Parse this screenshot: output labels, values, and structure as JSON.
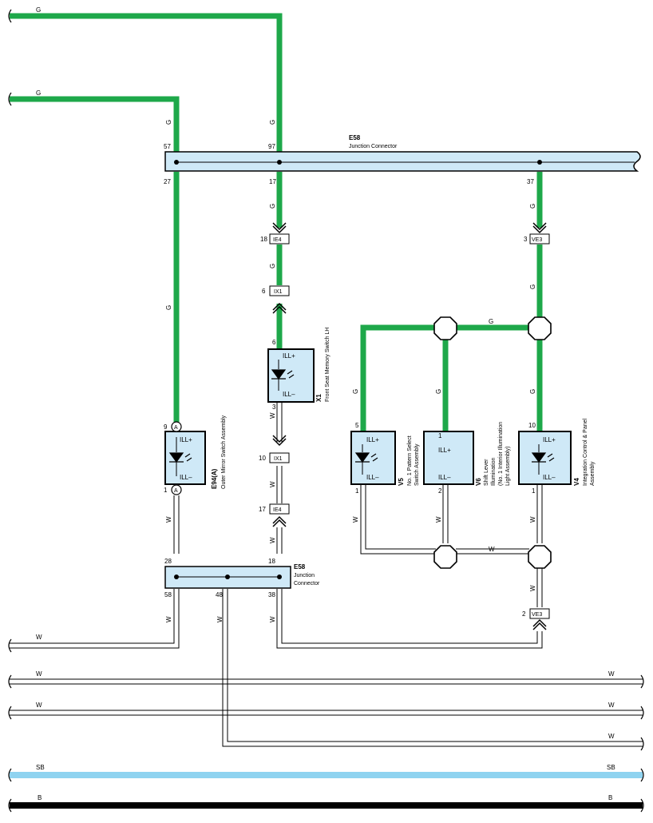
{
  "wires": {
    "g": "G",
    "w": "W",
    "sb": "SB",
    "b": "B"
  },
  "colors": {
    "green": "#1ea84a",
    "light_blue": "#8fd3f0",
    "black": "#000000",
    "connector_fill": "#cfe9f7"
  },
  "e58_top": {
    "code": "E58",
    "name": "Junction Connector",
    "pins": [
      "57",
      "97",
      "27",
      "17",
      "37"
    ]
  },
  "e58_bottom": {
    "code": "E58",
    "name_line1": "Junction",
    "name_line2": "Connector",
    "pins": [
      "28",
      "18",
      "58",
      "48",
      "38"
    ]
  },
  "connectors": {
    "ie4": "IE4",
    "ix1": "IX1",
    "ve3": "VE3",
    "a": "A"
  },
  "pins": {
    "p18": "18",
    "p6": "6",
    "p3": "3",
    "p10": "10",
    "p17": "17",
    "p9": "9",
    "p1": "1",
    "p5": "5",
    "p2": "2"
  },
  "components": {
    "e94": {
      "code": "E94(A)",
      "name": "Outer Mirror Switch Assembly",
      "ill_plus": "ILL+",
      "ill_minus": "ILL–"
    },
    "x1": {
      "code": "X1",
      "name": "Front Seat Memory Switch LH",
      "ill_plus": "ILL+",
      "ill_minus": "ILL–"
    },
    "v5": {
      "code": "V5",
      "name_line1": "No. 1 Pattern Select",
      "name_line2": "Switch Assembly",
      "ill_plus": "ILL+",
      "ill_minus": "ILL–"
    },
    "v6": {
      "code": "V6",
      "name_line1": "Shift Lever",
      "name_line2": "Illumination",
      "name_line3": "(No. 1 Interior Illumination",
      "name_line4": "Light Assembly)",
      "ill_plus": "ILL+",
      "ill_minus": "ILL–"
    },
    "v4": {
      "code": "V4",
      "name_line1": "Integration Control & Panel",
      "name_line2": "Assembly",
      "ill_plus": "ILL+",
      "ill_minus": "ILL–"
    }
  }
}
